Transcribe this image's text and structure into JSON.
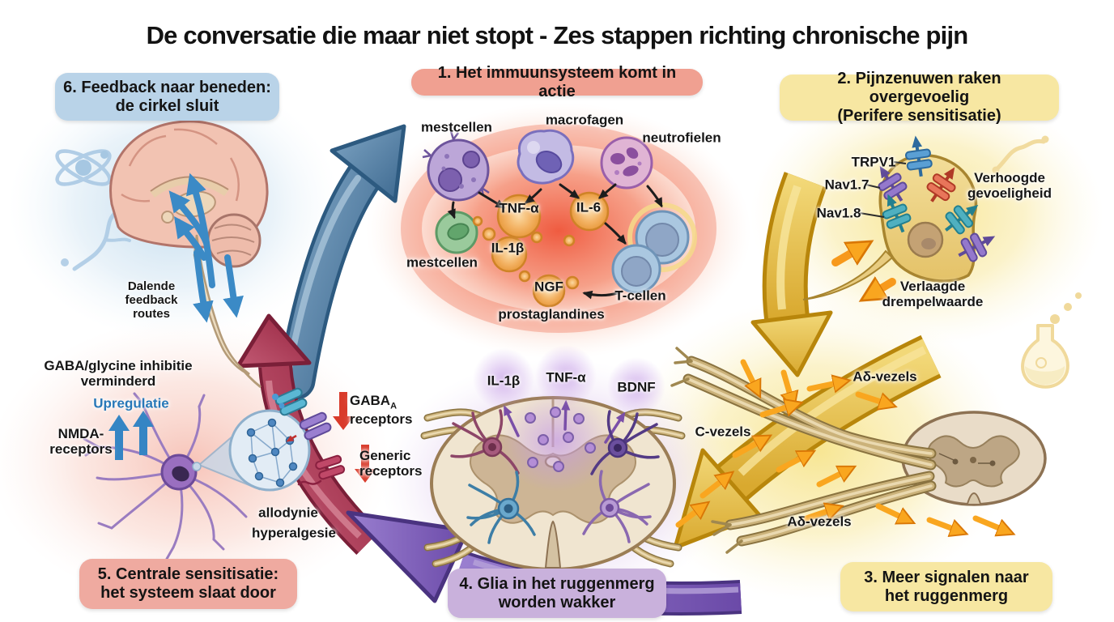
{
  "title": "De conversatie die maar niet stopt - Zes stappen richting chronische pijn",
  "step_boxes": [
    {
      "label": "1. Het immuunsysteem komt in actie"
    },
    {
      "label": "2. Pijnzenuwen raken overgevoelig\n(Perifere sensitisatie)"
    },
    {
      "label": "3. Meer signalen naar\nhet ruggenmerg"
    },
    {
      "label": "4. Glia in het ruggenmerg\nworden wakker"
    },
    {
      "label": "5. Centrale sensitisatie:\nhet systeem slaat door"
    },
    {
      "label": "6. Feedback naar beneden:\nde cirkel sluit"
    }
  ],
  "immune": {
    "mast_top": "mestcellen",
    "macrophages": "macrofagen",
    "neutrophils": "neutrofielen",
    "tnf_alpha": "TNF-α",
    "il_6": "IL-6",
    "il_1beta": "IL-1β",
    "ngf": "NGF",
    "mast_bottom": "mestcellen",
    "t_cells": "T-cellen",
    "prostaglandins": "prostaglandines"
  },
  "peripheral": {
    "trpv1": "TRPV1",
    "nav_1_7": "Nav1.7",
    "nav_1_8": "Nav1.8",
    "increased_sensitivity": "Verhoogde\ngevoeligheid",
    "lowered_threshold": "Verlaagde\ndrempelwaarde"
  },
  "fibers": {
    "a_delta_top": "Aδ-vezels",
    "c_fibers": "C-vezels",
    "a_delta_bottom": "Aδ-vezels"
  },
  "spinal": {
    "il_1beta": "IL-1β",
    "tnf_alpha": "TNF-α",
    "bdnf": "BDNF"
  },
  "central": {
    "gaba_glycine": "GABA/glycine inhibitie\nverminderd",
    "upregulation": "Upregulatie",
    "nmda": "NMDA-\nreceptors",
    "gaba": "GABA",
    "gaba_sub": "A",
    "gaba_receptors": "receptors",
    "generic_receptors": "Generic\nreceptors",
    "allodynia": "allodynie",
    "hyperalgesia": "hyperalgesie"
  },
  "descending": {
    "routes": "Dalende\nfeedback\nroutes"
  },
  "icons": {
    "atom": "atom-icon",
    "neuron_sketch": "neuron-sketch-icon",
    "flask": "flask-icon",
    "molecule": "molecule-icon"
  },
  "colors": {
    "step1_box": "#f0a091",
    "step2_box": "#f7e7a2",
    "step3_box": "#f7e7a2",
    "step4_box": "#c9b1dc",
    "step5_box": "#efaaa0",
    "step6_box": "#b9d3e8",
    "arrow_blue": "#4d7fa9",
    "arrow_gold": "#e3bb4e",
    "arrow_purple": "#7c5fb5",
    "arrow_maroon": "#a63050",
    "upregulation_text": "#2878b8",
    "alert_red": "#d93a2a",
    "signal_orange": "#f7991c"
  }
}
